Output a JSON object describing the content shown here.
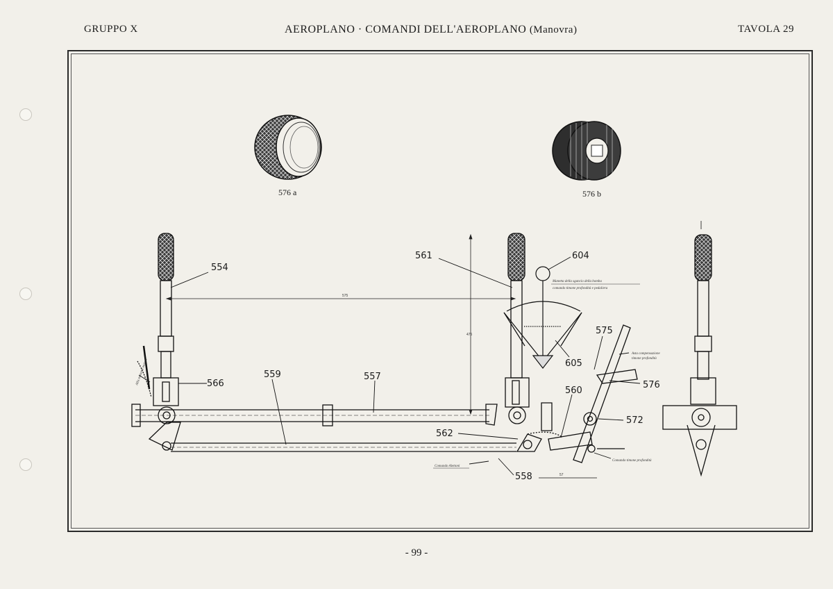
{
  "header": {
    "group": "GRUPPO X",
    "title": "AEROPLANO · COMANDI DELL'AEROPLANO",
    "subtitle": "(Manovra)",
    "plate": "TAVOLA 29"
  },
  "figures": {
    "grip_a_caption": "576 a",
    "grip_b_caption": "576 b"
  },
  "callouts": {
    "c554": "554",
    "c556": "566",
    "c559": "559",
    "c557": "557",
    "c561": "561",
    "c604": "604",
    "c605": "605",
    "c575": "575",
    "c576": "576",
    "c560": "560",
    "c572": "572",
    "c562": "562",
    "c558": "558"
  },
  "annotations": {
    "lever_note_1": "Manetta della sgancio della bomba",
    "lever_note_2": "comando timone profondità e pedaliera",
    "spring_note_1": "Asta compensazione",
    "spring_note_2": "timone profondità",
    "aileron_cmd": "Comando Alettoni",
    "elevator_cmd": "Comando timone profondità",
    "left_note": "Alla manetta motore"
  },
  "dimensions": {
    "span": "575",
    "height": "475",
    "small": "57"
  },
  "footer": {
    "page_number": "- 99 -"
  }
}
